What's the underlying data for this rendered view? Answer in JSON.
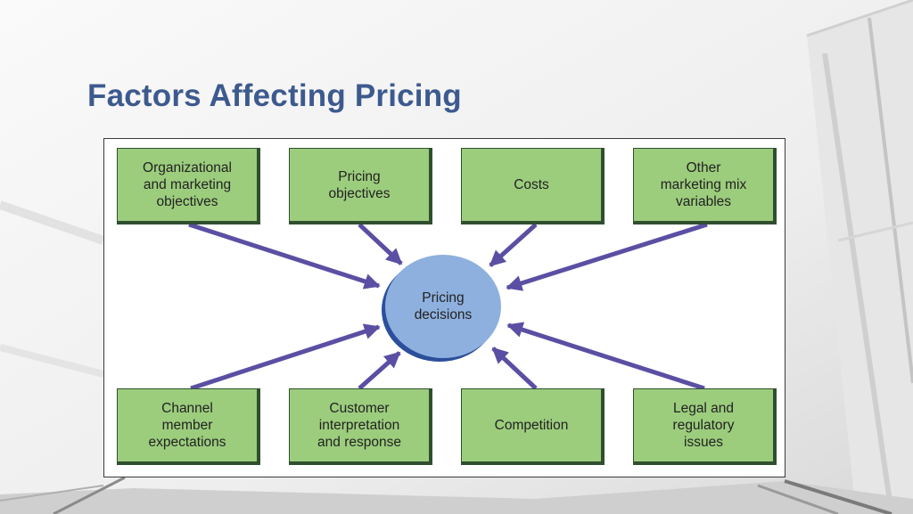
{
  "slide": {
    "title": "Factors Affecting Pricing"
  },
  "diagram": {
    "center": "Pricing\ndecisions",
    "factors": [
      {
        "key": "organizational",
        "label": "Organizational\nand marketing\nobjectives"
      },
      {
        "key": "pricing-objectives",
        "label": "Pricing\nobjectives"
      },
      {
        "key": "costs",
        "label": "Costs"
      },
      {
        "key": "other-mix",
        "label": "Other\nmarketing mix\nvariables"
      },
      {
        "key": "channel",
        "label": "Channel\nmember\nexpectations"
      },
      {
        "key": "customer",
        "label": "Customer\ninterpretation\nand response"
      },
      {
        "key": "competition",
        "label": "Competition"
      },
      {
        "key": "legal",
        "label": "Legal and\nregulatory\nissues"
      }
    ],
    "colors": {
      "box_fill": "#9ccd7d",
      "box_border": "#2f4f2f",
      "circle_fill": "#8eb0de",
      "arrow": "#5a4fa3",
      "title": "#3d5a8f"
    }
  }
}
